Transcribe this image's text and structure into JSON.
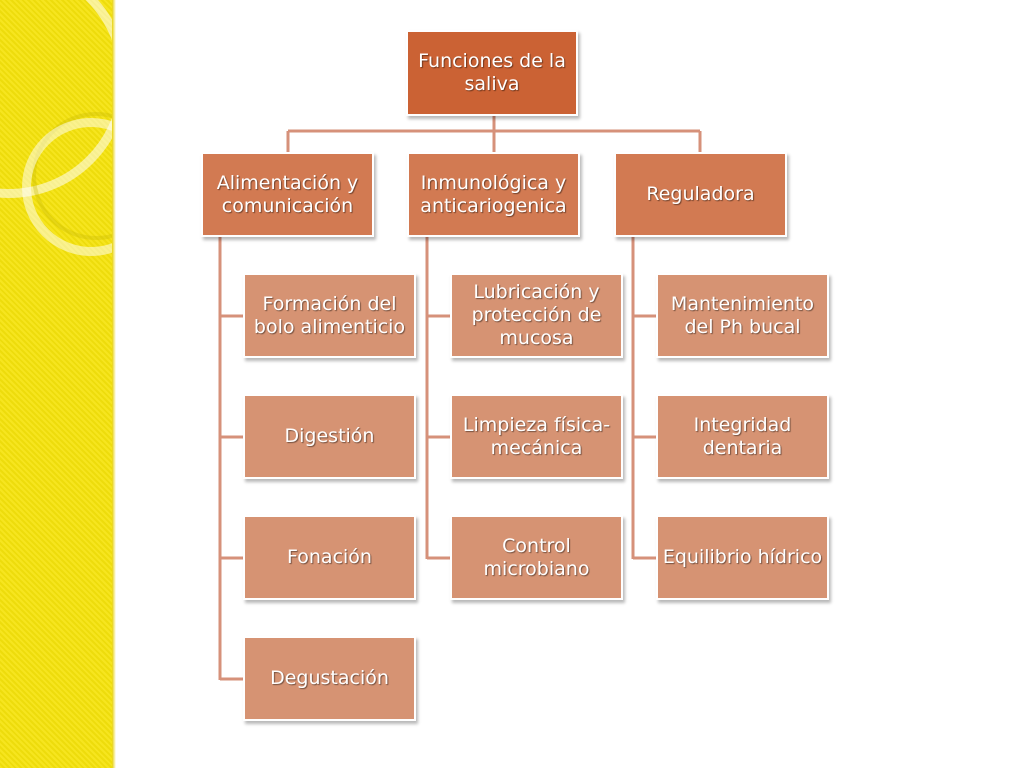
{
  "colors": {
    "background_strip": "#f5e30c",
    "root_fill": "#cb6234",
    "level1_fill": "#d27a52",
    "level2_fill": "#d69373",
    "connector": "#d6917a",
    "node_text": "#ffffff"
  },
  "diagram": {
    "root": {
      "label": "Funciones de la saliva"
    },
    "branches": [
      {
        "label": "Alimentación y comunicación",
        "children": [
          {
            "label": "Formación del bolo alimenticio"
          },
          {
            "label": "Digestión"
          },
          {
            "label": "Fonación"
          },
          {
            "label": "Degustación"
          }
        ]
      },
      {
        "label": "Inmunológica y anticariogenica",
        "children": [
          {
            "label": "Lubricación y protección de mucosa"
          },
          {
            "label": "Limpieza física-mecánica"
          },
          {
            "label": "Control microbiano"
          }
        ]
      },
      {
        "label": "Reguladora",
        "children": [
          {
            "label": "Mantenimiento del Ph bucal"
          },
          {
            "label": "Integridad dentaria"
          },
          {
            "label": "Equilibrio hídrico"
          }
        ]
      }
    ]
  }
}
